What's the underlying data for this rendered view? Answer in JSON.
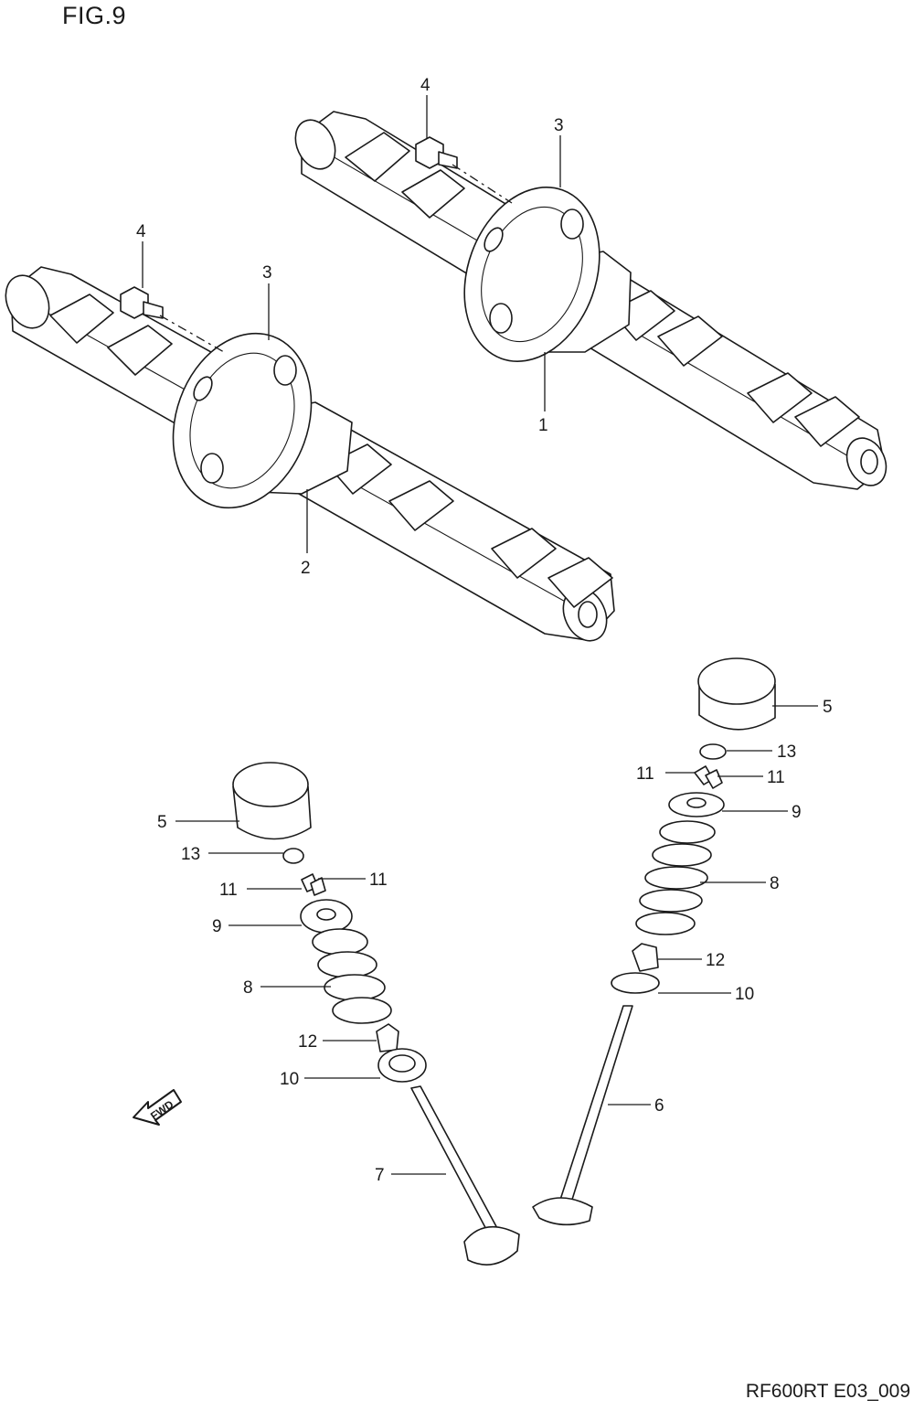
{
  "figure": {
    "title": "FIG.9",
    "code": "RF600RT E03_009"
  },
  "direction_marker": {
    "label": "FWD",
    "icon": "forward-arrow-icon"
  },
  "callouts": [
    {
      "id": "c1",
      "label": "1"
    },
    {
      "id": "c2",
      "label": "2"
    },
    {
      "id": "c3a",
      "label": "3"
    },
    {
      "id": "c3b",
      "label": "3"
    },
    {
      "id": "c4a",
      "label": "4"
    },
    {
      "id": "c4b",
      "label": "4"
    },
    {
      "id": "c5a",
      "label": "5"
    },
    {
      "id": "c5b",
      "label": "5"
    },
    {
      "id": "c6",
      "label": "6"
    },
    {
      "id": "c7",
      "label": "7"
    },
    {
      "id": "c8a",
      "label": "8"
    },
    {
      "id": "c8b",
      "label": "8"
    },
    {
      "id": "c9a",
      "label": "9"
    },
    {
      "id": "c9b",
      "label": "9"
    },
    {
      "id": "c10a",
      "label": "10"
    },
    {
      "id": "c10b",
      "label": "10"
    },
    {
      "id": "c11a",
      "label": "11"
    },
    {
      "id": "c11b",
      "label": "11"
    },
    {
      "id": "c11c",
      "label": "11"
    },
    {
      "id": "c11d",
      "label": "11"
    },
    {
      "id": "c12a",
      "label": "12"
    },
    {
      "id": "c12b",
      "label": "12"
    },
    {
      "id": "c13a",
      "label": "13"
    },
    {
      "id": "c13b",
      "label": "13"
    }
  ]
}
